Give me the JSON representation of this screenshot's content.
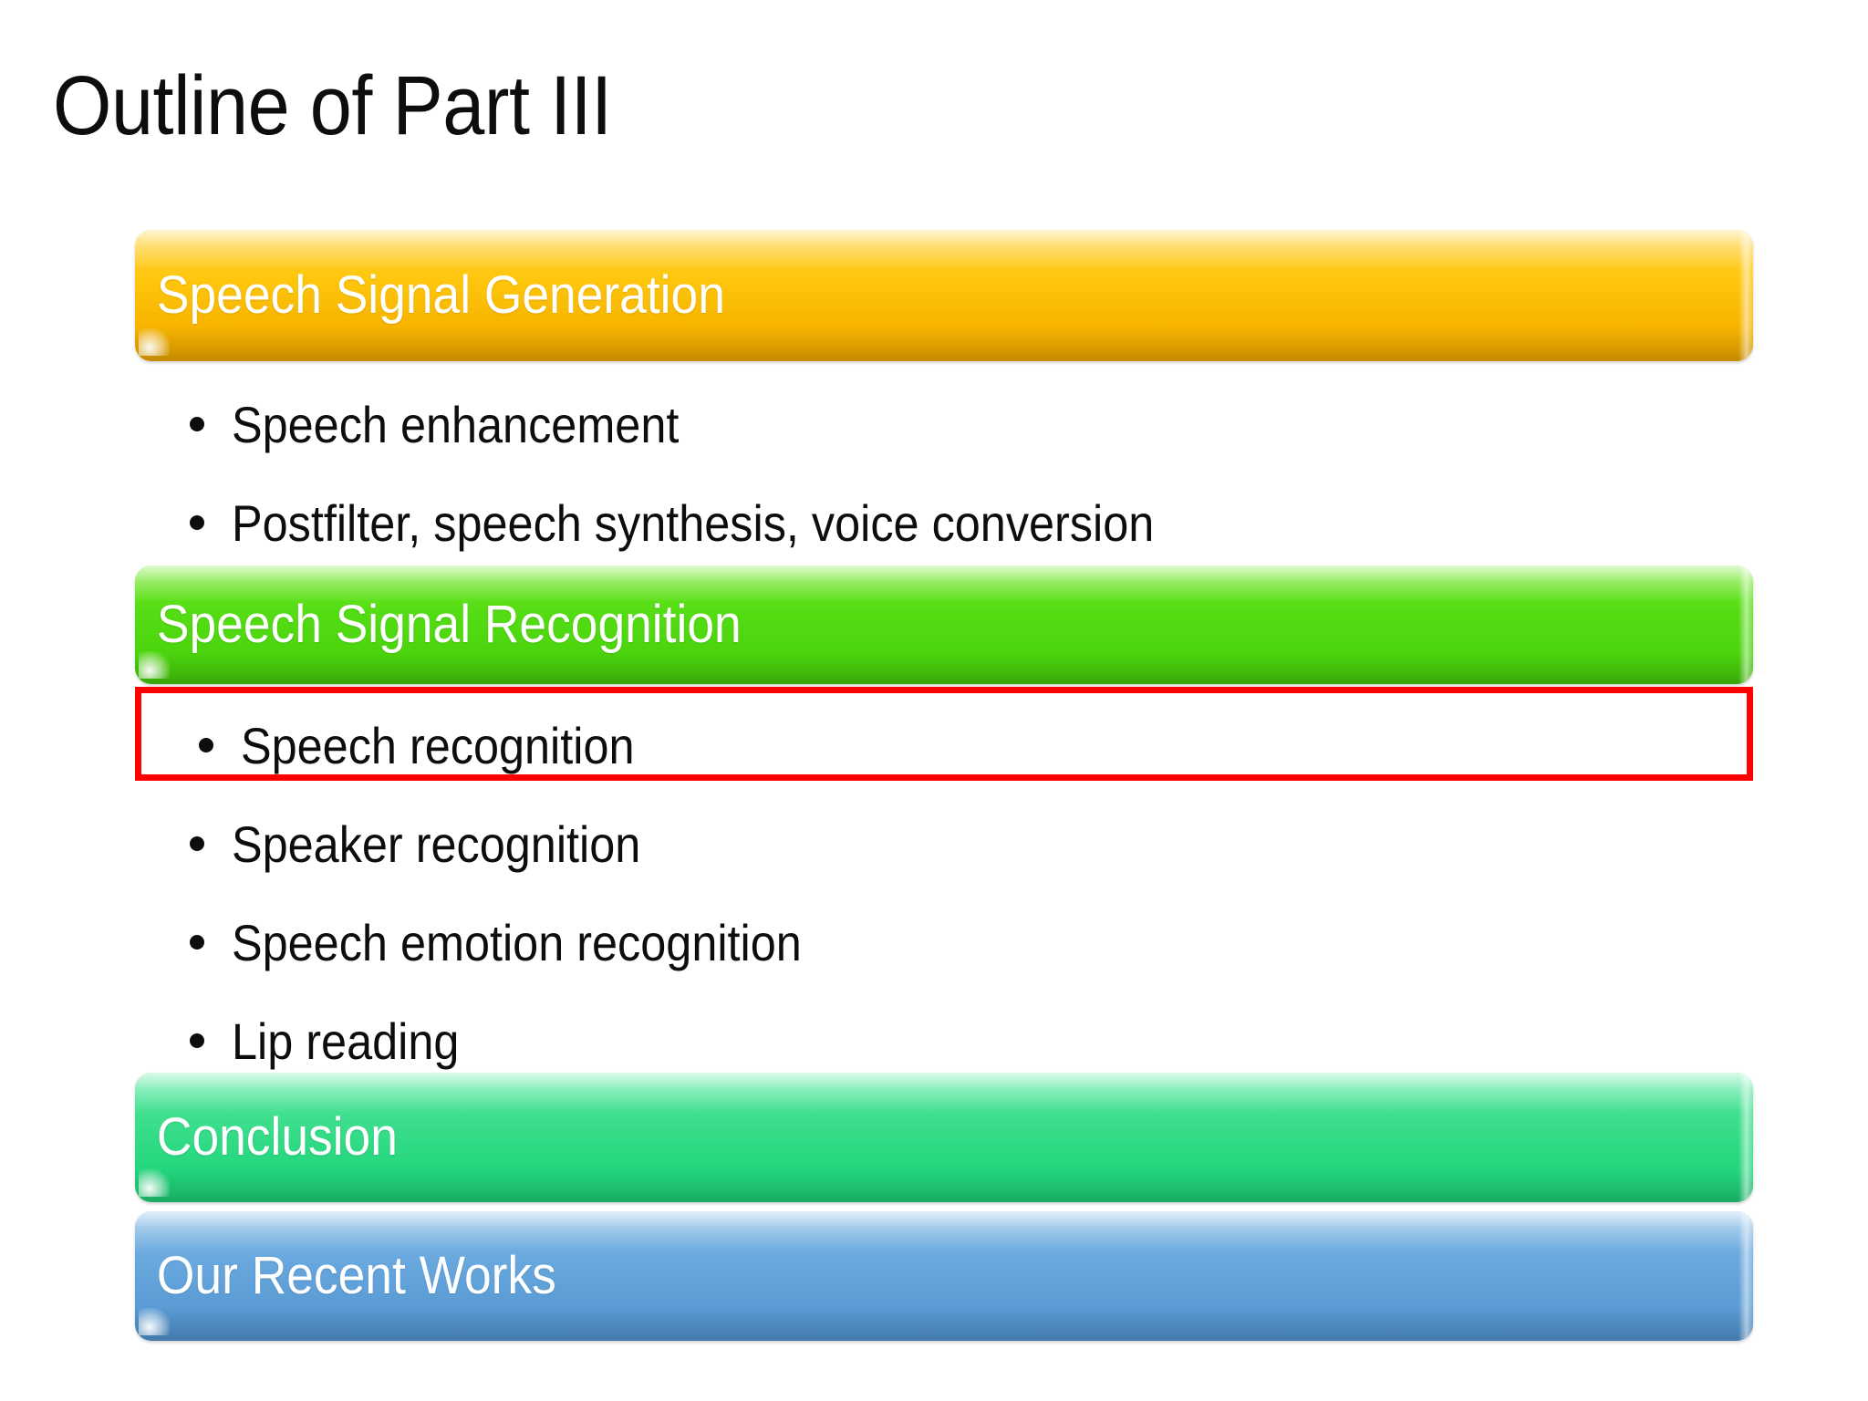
{
  "slide": {
    "title": "Outline of Part III",
    "background_color": "#FFFFFF",
    "highlight_color": "#FF0000"
  },
  "sections": [
    {
      "id": "generation",
      "banner_label": "Speech Signal Generation",
      "banner_color": "#FFC60D",
      "bullets": [
        {
          "id": "speech-enhancement",
          "text": "Speech enhancement",
          "highlighted": false
        },
        {
          "id": "postfilter",
          "text": "Postfilter, speech synthesis, voice conversion",
          "highlighted": false
        }
      ]
    },
    {
      "id": "recognition",
      "banner_label": "Speech Signal Recognition",
      "banner_color": "#55DD14",
      "bullets": [
        {
          "id": "speech-recognition",
          "text": "Speech recognition",
          "highlighted": true
        },
        {
          "id": "speaker-recognition",
          "text": "Speaker recognition",
          "highlighted": false
        },
        {
          "id": "speech-emotion",
          "text": "Speech emotion recognition",
          "highlighted": false
        },
        {
          "id": "lip-reading",
          "text": "Lip reading",
          "highlighted": false
        }
      ]
    },
    {
      "id": "conclusion",
      "banner_label": "Conclusion",
      "banner_color": "#3CDE8C",
      "bullets": []
    },
    {
      "id": "recent-works",
      "banner_label": "Our Recent Works",
      "banner_color": "#5A9BD5",
      "bullets": []
    }
  ]
}
